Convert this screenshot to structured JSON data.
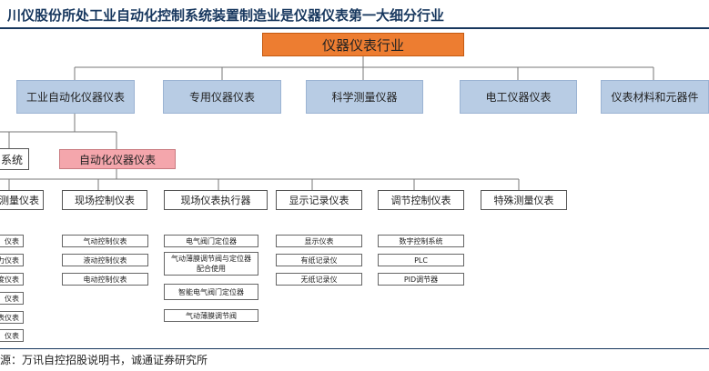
{
  "title": "川仪股份所处工业自动化控制系统装置制造业是仪器仪表第一大细分行业",
  "source": "源：万讯自控招股说明书，诚通证券研究所",
  "root": "仪器仪表行业",
  "level1": [
    "工业自动化仪器仪表",
    "专用仪器仪表",
    "科学测量仪器",
    "电工仪器仪表",
    "仪表材料和元器件"
  ],
  "level2": [
    "系统",
    "自动化仪器仪表"
  ],
  "level3": [
    "测量仪表",
    "现场控制仪表",
    "现场仪表执行器",
    "显示记录仪表",
    "调节控制仪表",
    "特殊测量仪表"
  ],
  "col0_items": [
    "仪表",
    "力仪表",
    "度仪表",
    "仪表",
    "表仪表",
    "仪表"
  ],
  "col1_items": [
    "气动控制仪表",
    "液动控制仪表",
    "电动控制仪表"
  ],
  "col2_items": [
    "电气阀门定位器",
    "气动薄膜调节阀与定位器配合使用",
    "智能电气阀门定位器",
    "气动薄膜调节阀"
  ],
  "col3_items": [
    "显示仪表",
    "有纸记录仪",
    "无纸记录仪"
  ],
  "col4_items": [
    "数字控制系统",
    "PLC",
    "PID调节器"
  ]
}
